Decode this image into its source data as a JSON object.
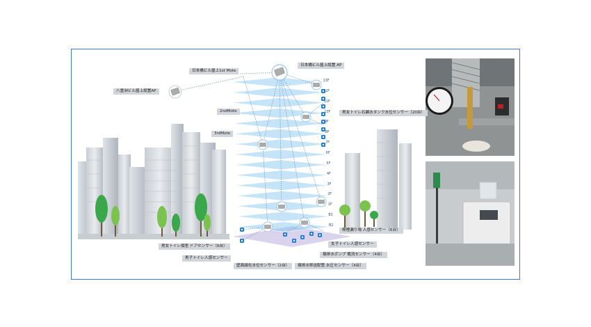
{
  "labels": {
    "ap_1st_mote": "日本橋ビル屋上1st Mote",
    "ap_roof": "日本橋ビル屋上設置 AP",
    "ap_yaesu": "八重洲ビル屋上設置AP",
    "mote_2nd": "2ndMote",
    "mote_3rd": "3rdMote",
    "sensor_toilet_tank": "男女トイレ石鹸水タンク水位センサー（20台）",
    "sensor_leak_human": "喫煙漏り場 人感センサー（6台）",
    "sensor_female_toilet": "女子トイレ人感センサー",
    "sensor_pump_current": "揚排水ポンプ 電流センサー（4台）",
    "sensor_drain_pipe": "揚排水移送配管 水圧センサー（4台）",
    "sensor_tank_level": "壁面緑化水位センサー（2台）",
    "sensor_male_toilet": "男子トイレ人感センサー",
    "sensor_door": "男女トイレ個室 ドアセンサー（6台）"
  },
  "floors": [
    "13F",
    "12F",
    "11F",
    "10F",
    "9F",
    "8F",
    "7F",
    "6F",
    "5F",
    "4F",
    "3F",
    "2F",
    "1F",
    "B1",
    "B2"
  ],
  "colors": {
    "frame_border": "#3d78d8",
    "floor_plate": "#7fc3f0",
    "sensor_icon": "#1f7fd6",
    "label_bg": "#d2d5da",
    "tree_green": "#3aa84a"
  }
}
